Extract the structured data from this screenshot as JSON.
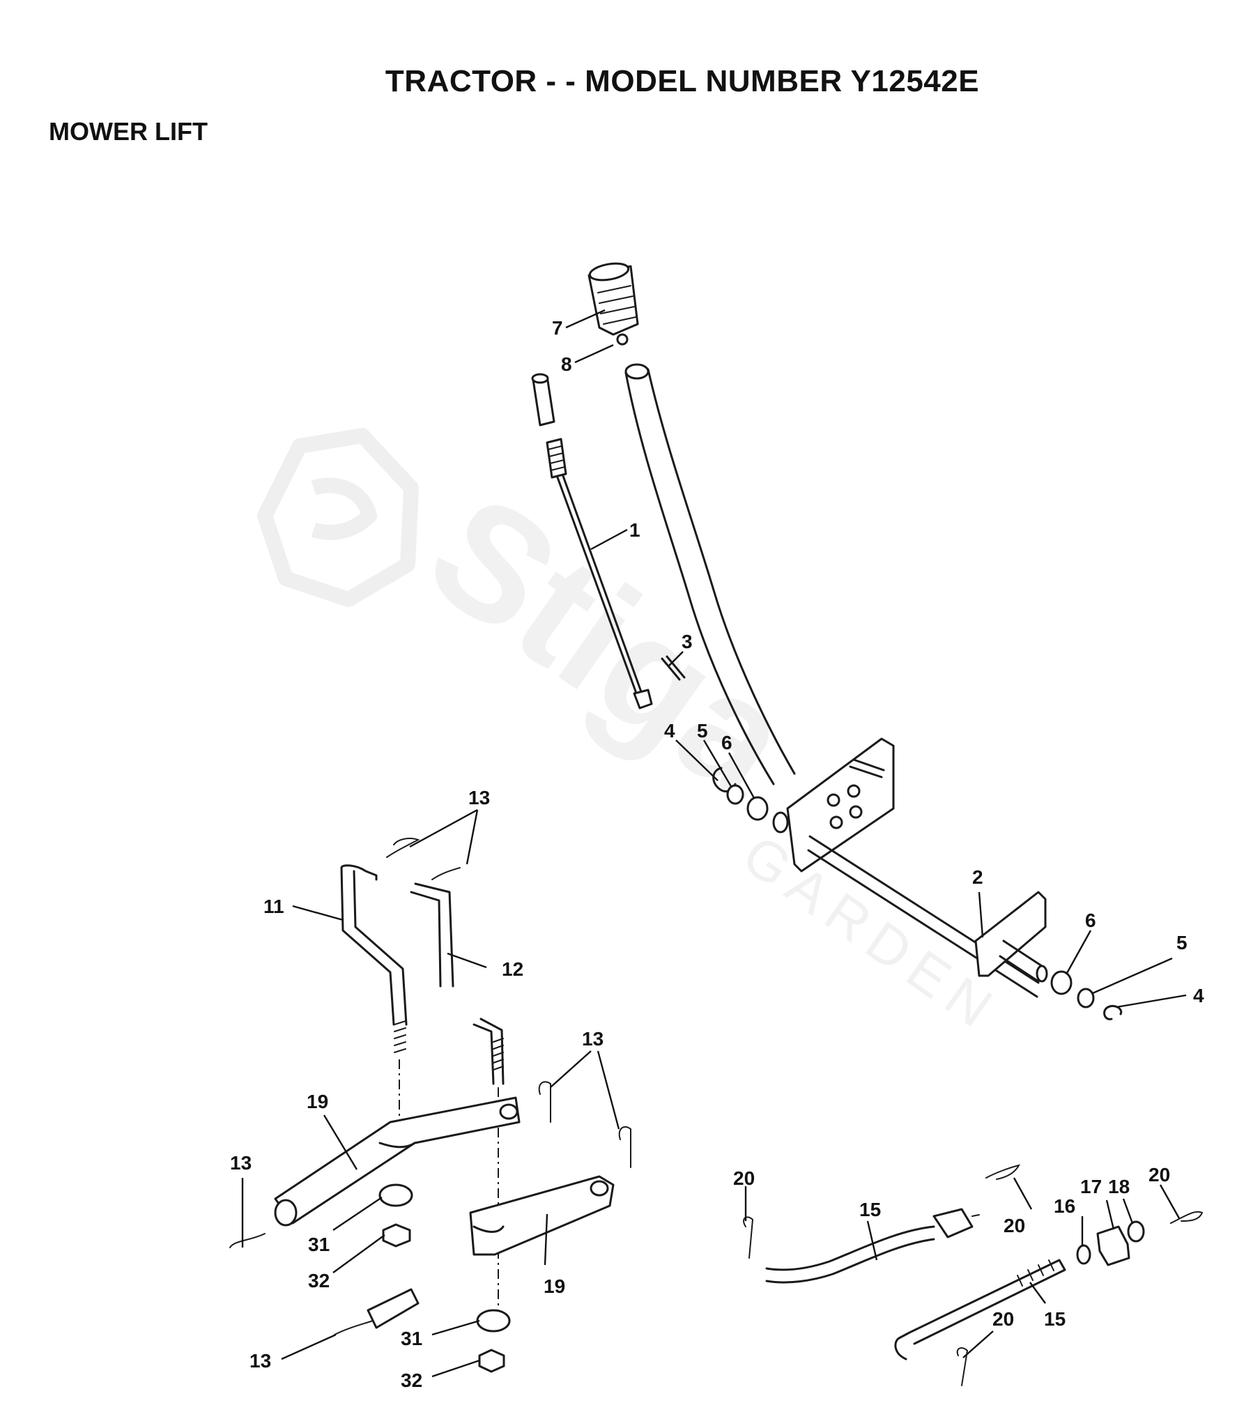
{
  "header": {
    "title": "TRACTOR - - MODEL NUMBER Y12542E",
    "section": "MOWER LIFT"
  },
  "watermark": {
    "brand": "Stiga",
    "tagline": "GARDEN"
  },
  "callouts": {
    "c1": "1",
    "c2": "2",
    "c3": "3",
    "c4a": "4",
    "c4b": "4",
    "c5a": "5",
    "c5b": "5",
    "c6a": "6",
    "c6b": "6",
    "c7": "7",
    "c8": "8",
    "c11": "11",
    "c12": "12",
    "c13a": "13",
    "c13b": "13",
    "c13c": "13",
    "c13d": "13",
    "c15a": "15",
    "c15b": "15",
    "c16": "16",
    "c17": "17",
    "c18": "18",
    "c19a": "19",
    "c19b": "19",
    "c20a": "20",
    "c20b": "20",
    "c20c": "20",
    "c20d": "20",
    "c31a": "31",
    "c31b": "31",
    "c32a": "32",
    "c32b": "32"
  },
  "colors": {
    "line": "#1a1a1a",
    "watermark": "#eeeeee",
    "background": "#ffffff"
  }
}
